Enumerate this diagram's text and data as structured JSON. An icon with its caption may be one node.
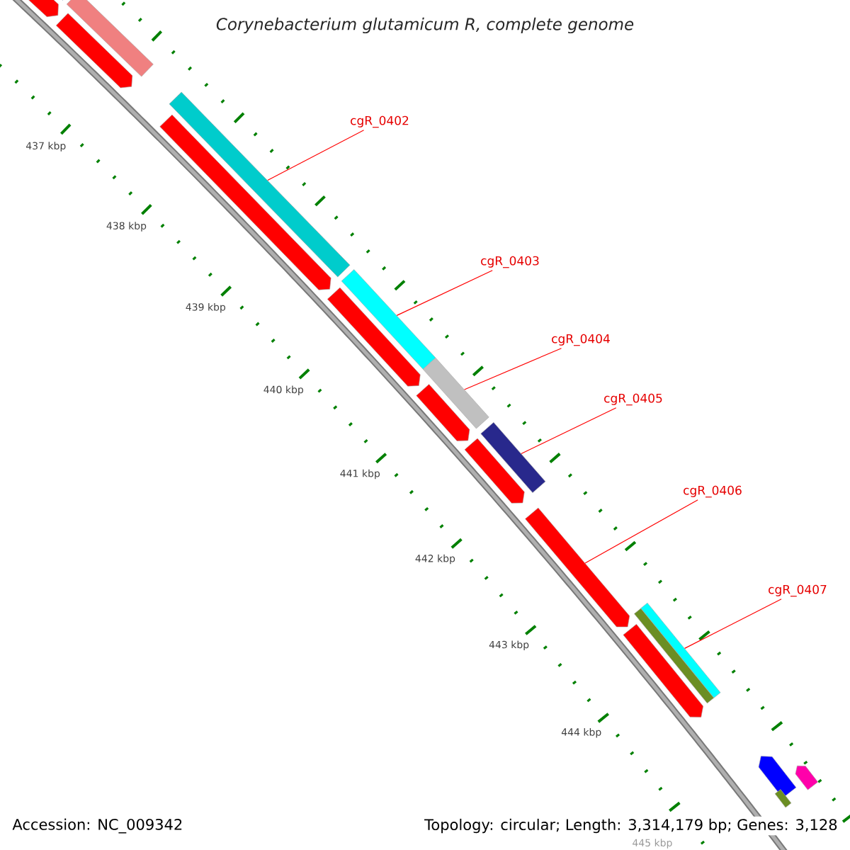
{
  "diagram": {
    "title": "Corynebacterium glutamicum R, complete genome",
    "nodes": [
      {
        "text": [
          "cgR_0402"
        ]
      },
      {
        "text": [
          "cgR_0403"
        ]
      },
      {
        "text": [
          "cgR_0404"
        ]
      },
      {
        "text": [
          "cgR_0405"
        ]
      },
      {
        "text": [
          "cgR_0406"
        ]
      },
      {
        "text": [
          "cgR_0407"
        ]
      },
      {
        "text": [],
        "shape": "bar"
      },
      {
        "text": [],
        "shape": "bar"
      },
      {
        "text": [],
        "shape": "bar"
      },
      {
        "text": [],
        "shape": "bar"
      },
      {
        "text": [],
        "shape": "bar"
      },
      {
        "text": [],
        "shape": "bar"
      },
      {
        "text": [],
        "shape": "bar"
      },
      {
        "text": [],
        "shape": "bar"
      },
      {
        "text": [],
        "shape": "bar"
      },
      {
        "text": [],
        "shape": "bar"
      },
      {
        "text": [],
        "shape": "bar"
      },
      {
        "text": [],
        "shape": "bar"
      },
      {
        "text": [],
        "shape": "bar"
      },
      {
        "text": [],
        "shape": "bar"
      },
      {
        "text": [],
        "shape": "bar"
      },
      {
        "text": [],
        "shape": "bar"
      },
      {
        "text": [],
        "shape": "bar"
      },
      {
        "text": [],
        "shape": "bar"
      },
      {
        "text": [],
        "shape": "bar"
      }
    ],
    "edges": [
      {
        "from": 0,
        "to": 6,
        "arrow": "none"
      },
      {
        "from": 1,
        "to": 7,
        "arrow": "none"
      },
      {
        "from": 2,
        "to": 8,
        "arrow": "none"
      },
      {
        "from": 3,
        "to": 9,
        "arrow": "none"
      },
      {
        "from": 4,
        "to": 10,
        "arrow": "none"
      },
      {
        "from": 5,
        "to": 11,
        "arrow": "none"
      }
    ],
    "labels": [
      "437 kbp",
      "438 kbp",
      "439 kbp",
      "440 kbp",
      "441 kbp",
      "442 kbp",
      "443 kbp",
      "444 kbp",
      "445 kbp",
      "Accession: NC_009342",
      "Topology: circular; Length: 3,314,179 bp; Genes: 3,128"
    ]
  }
}
